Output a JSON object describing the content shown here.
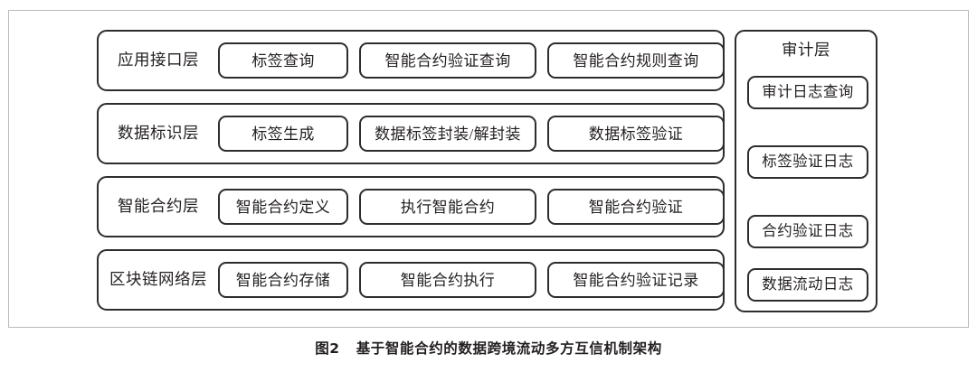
{
  "figure": {
    "caption_label": "图2",
    "caption_text": "基于智能合约的数据跨境流动多方互信机制架构",
    "border_color": "#b9babc",
    "line_color": "#2e2c2d",
    "text_color": "#231f20",
    "background_color": "#ffffff"
  },
  "layers": [
    {
      "title": "应用接口层",
      "nodes": [
        {
          "label": "标签查询"
        },
        {
          "label": "智能合约验证查询"
        },
        {
          "label": "智能合约规则查询"
        }
      ]
    },
    {
      "title": "数据标识层",
      "nodes": [
        {
          "label": "标签生成"
        },
        {
          "label": "数据标签封装/解封装"
        },
        {
          "label": "数据标签验证"
        }
      ]
    },
    {
      "title": "智能合约层",
      "nodes": [
        {
          "label": "智能合约定义"
        },
        {
          "label": "执行智能合约"
        },
        {
          "label": "智能合约验证"
        }
      ]
    },
    {
      "title": "区块链网络层",
      "nodes": [
        {
          "label": "智能合约存储"
        },
        {
          "label": "智能合约执行"
        },
        {
          "label": "智能合约验证记录"
        }
      ]
    }
  ],
  "audit_panel": {
    "title": "审计层",
    "nodes": [
      {
        "label": "审计日志查询"
      },
      {
        "label": "标签验证日志"
      },
      {
        "label": "合约验证日志"
      },
      {
        "label": "数据流动日志"
      }
    ]
  }
}
